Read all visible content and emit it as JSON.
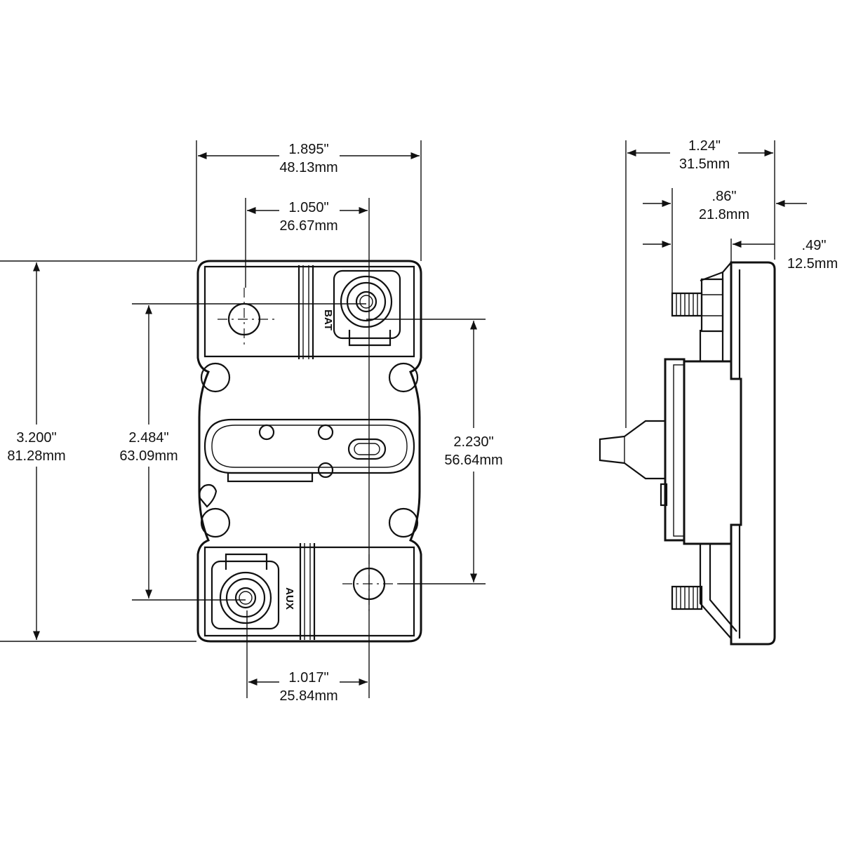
{
  "dimensions": {
    "overall_width": {
      "in": "1.895\"",
      "mm": "48.13mm"
    },
    "hole_spacing_top": {
      "in": "1.050\"",
      "mm": "26.67mm"
    },
    "hole_spacing_bottom": {
      "in": "1.017\"",
      "mm": "25.84mm"
    },
    "overall_height": {
      "in": "3.200\"",
      "mm": "81.28mm"
    },
    "stud_spacing_vertical": {
      "in": "2.484\"",
      "mm": "63.09mm"
    },
    "mount_hole_spacing_vertical": {
      "in": "2.230\"",
      "mm": "56.64mm"
    },
    "side_depth_total": {
      "in": "1.24\"",
      "mm": "31.5mm"
    },
    "side_depth_stud": {
      "in": ".86\"",
      "mm": "21.8mm"
    },
    "side_depth_base": {
      "in": ".49\"",
      "mm": "12.5mm"
    }
  },
  "terminal_labels": {
    "top": "BAT",
    "bottom": "AUX"
  }
}
